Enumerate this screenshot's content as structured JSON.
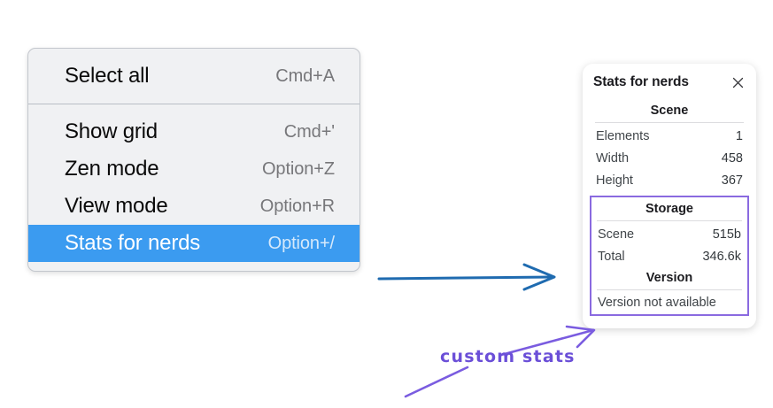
{
  "menu": {
    "groups": [
      {
        "items": [
          {
            "label": "Select all",
            "shortcut": "Cmd+A",
            "selected": false
          }
        ]
      },
      {
        "items": [
          {
            "label": "Show grid",
            "shortcut": "Cmd+'",
            "selected": false
          },
          {
            "label": "Zen mode",
            "shortcut": "Option+Z",
            "selected": false
          },
          {
            "label": "View mode",
            "shortcut": "Option+R",
            "selected": false
          },
          {
            "label": "Stats for nerds",
            "shortcut": "Option+/",
            "selected": true
          }
        ]
      }
    ]
  },
  "stats_panel": {
    "title": "Stats for nerds",
    "close_icon": "close-icon",
    "scene": {
      "heading": "Scene",
      "rows": [
        {
          "key": "Elements",
          "value": "1"
        },
        {
          "key": "Width",
          "value": "458"
        },
        {
          "key": "Height",
          "value": "367"
        }
      ]
    },
    "storage": {
      "heading": "Storage",
      "rows": [
        {
          "key": "Scene",
          "value": "515b"
        },
        {
          "key": "Total",
          "value": "346.6k"
        }
      ]
    },
    "version": {
      "heading": "Version",
      "note": "Version not available"
    }
  },
  "annotations": {
    "label": "custom stats",
    "label_color": "#6b4fd8",
    "arrow_blue_color": "#1f6bb0",
    "arrow_purple_color": "#7a5ce0",
    "highlight_box_color": "#8a6ae0"
  }
}
